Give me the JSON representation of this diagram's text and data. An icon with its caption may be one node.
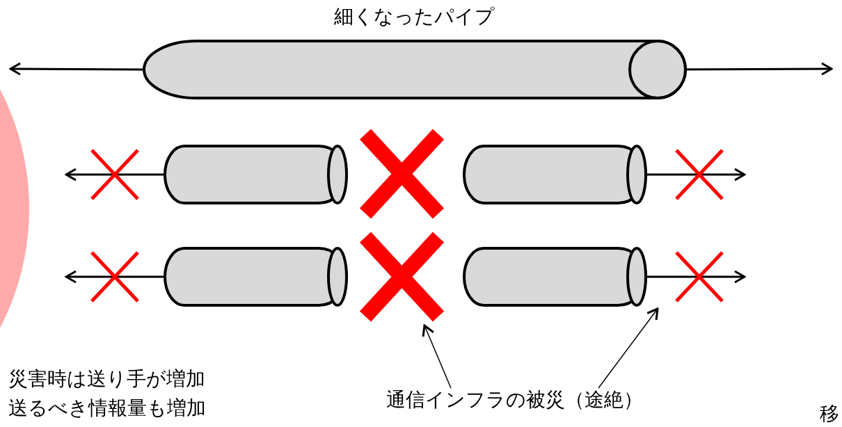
{
  "diagram": {
    "nodes": [
      {
        "text": [],
        "shape": "cylinder",
        "beside": [
          "細くなったパイプ"
        ]
      },
      {
        "text": [],
        "shape": "cylinder"
      },
      {
        "text": [],
        "shape": "cross"
      },
      {
        "text": [],
        "shape": "cylinder"
      },
      {
        "text": [],
        "shape": "cylinder"
      },
      {
        "text": [],
        "shape": "cross"
      },
      {
        "text": [],
        "shape": "cylinder"
      },
      {
        "text": [
          "通信インフラの被災（途絶）"
        ]
      }
    ],
    "edges": [
      {
        "from": 0,
        "to": null,
        "arrow": "to"
      },
      {
        "from": 0,
        "to": null,
        "arrow": "to"
      },
      {
        "from": 1,
        "to": null,
        "arrow": "to"
      },
      {
        "from": 3,
        "to": null,
        "arrow": "to"
      },
      {
        "from": 4,
        "to": null,
        "arrow": "to"
      },
      {
        "from": 6,
        "to": null,
        "arrow": "to"
      },
      {
        "from": 7,
        "to": 5,
        "arrow": "to"
      },
      {
        "from": 7,
        "to": 6,
        "arrow": "to"
      }
    ],
    "labels": [
      "災害時は送り手が増加",
      "送るべき情報量も増加",
      "移"
    ]
  }
}
